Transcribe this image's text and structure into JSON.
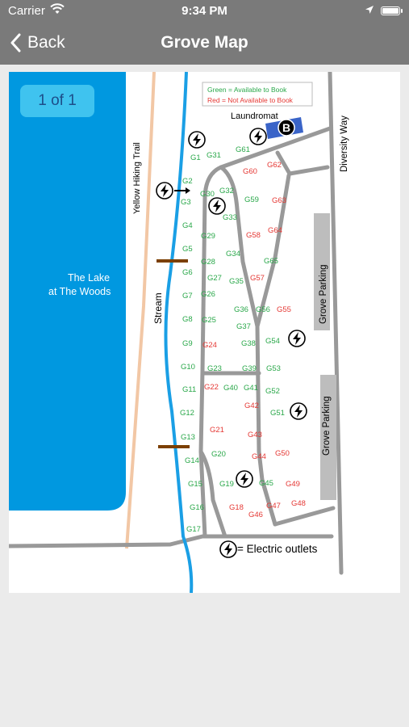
{
  "status_bar": {
    "carrier": "Carrier",
    "time": "9:34 PM"
  },
  "nav": {
    "back_label": "Back",
    "title": "Grove Map"
  },
  "pager": {
    "label": "1 of 1"
  },
  "legend": {
    "available": "Green = Available to Book",
    "unavailable": "Red = Not Available to Book",
    "outlets": "= Electric outlets"
  },
  "colors": {
    "available": "#2aa84a",
    "unavailable": "#e53935",
    "lake": "#0098e0",
    "stream": "#1a9fe5",
    "trail": "#f2c7a5",
    "road": "#999999",
    "nav": "#7a7a7a",
    "pager": "#3fc3ef"
  },
  "map_labels": {
    "laundromat": "Laundromat",
    "building_b": "B",
    "diversity_way": "Diversity Way",
    "yellow_trail": "Yellow Hiking Trail",
    "lake_line1": "The Lake",
    "lake_line2": "at The Woods",
    "stream": "Stream",
    "parking_upper": "Grove Parking",
    "parking_lower": "Grove Parking"
  },
  "sites": [
    {
      "id": "G1",
      "available": true
    },
    {
      "id": "G2",
      "available": true
    },
    {
      "id": "G3",
      "available": true
    },
    {
      "id": "G4",
      "available": true
    },
    {
      "id": "G5",
      "available": true
    },
    {
      "id": "G6",
      "available": true
    },
    {
      "id": "G7",
      "available": true
    },
    {
      "id": "G8",
      "available": true
    },
    {
      "id": "G9",
      "available": true
    },
    {
      "id": "G10",
      "available": true
    },
    {
      "id": "G11",
      "available": true
    },
    {
      "id": "G12",
      "available": true
    },
    {
      "id": "G13",
      "available": true
    },
    {
      "id": "G14",
      "available": true
    },
    {
      "id": "G15",
      "available": true
    },
    {
      "id": "G16",
      "available": true
    },
    {
      "id": "G17",
      "available": true
    },
    {
      "id": "G18",
      "available": false
    },
    {
      "id": "G19",
      "available": true
    },
    {
      "id": "G20",
      "available": true
    },
    {
      "id": "G21",
      "available": false
    },
    {
      "id": "G22",
      "available": false
    },
    {
      "id": "G23",
      "available": true
    },
    {
      "id": "G24",
      "available": false
    },
    {
      "id": "G25",
      "available": true
    },
    {
      "id": "G26",
      "available": true
    },
    {
      "id": "G27",
      "available": true
    },
    {
      "id": "G28",
      "available": true
    },
    {
      "id": "G29",
      "available": true
    },
    {
      "id": "G30",
      "available": true
    },
    {
      "id": "G31",
      "available": true
    },
    {
      "id": "G32",
      "available": true
    },
    {
      "id": "G33",
      "available": true
    },
    {
      "id": "G34",
      "available": true
    },
    {
      "id": "G35",
      "available": true
    },
    {
      "id": "G36",
      "available": true
    },
    {
      "id": "G37",
      "available": true
    },
    {
      "id": "G38",
      "available": true
    },
    {
      "id": "G39",
      "available": true
    },
    {
      "id": "G40",
      "available": true
    },
    {
      "id": "G41",
      "available": true
    },
    {
      "id": "G42",
      "available": false
    },
    {
      "id": "G43",
      "available": false
    },
    {
      "id": "G44",
      "available": false
    },
    {
      "id": "G45",
      "available": true
    },
    {
      "id": "G46",
      "available": false
    },
    {
      "id": "G47",
      "available": false
    },
    {
      "id": "G48",
      "available": false
    },
    {
      "id": "G49",
      "available": false
    },
    {
      "id": "G50",
      "available": false
    },
    {
      "id": "G51",
      "available": true
    },
    {
      "id": "G52",
      "available": true
    },
    {
      "id": "G53",
      "available": true
    },
    {
      "id": "G54",
      "available": true
    },
    {
      "id": "G55",
      "available": false
    },
    {
      "id": "G56",
      "available": true
    },
    {
      "id": "G57",
      "available": false
    },
    {
      "id": "G58",
      "available": false
    },
    {
      "id": "G59",
      "available": true
    },
    {
      "id": "G60",
      "available": false
    },
    {
      "id": "G61",
      "available": true
    },
    {
      "id": "G62",
      "available": false
    },
    {
      "id": "G63",
      "available": false
    },
    {
      "id": "G64",
      "available": false
    },
    {
      "id": "G65",
      "available": true
    }
  ]
}
